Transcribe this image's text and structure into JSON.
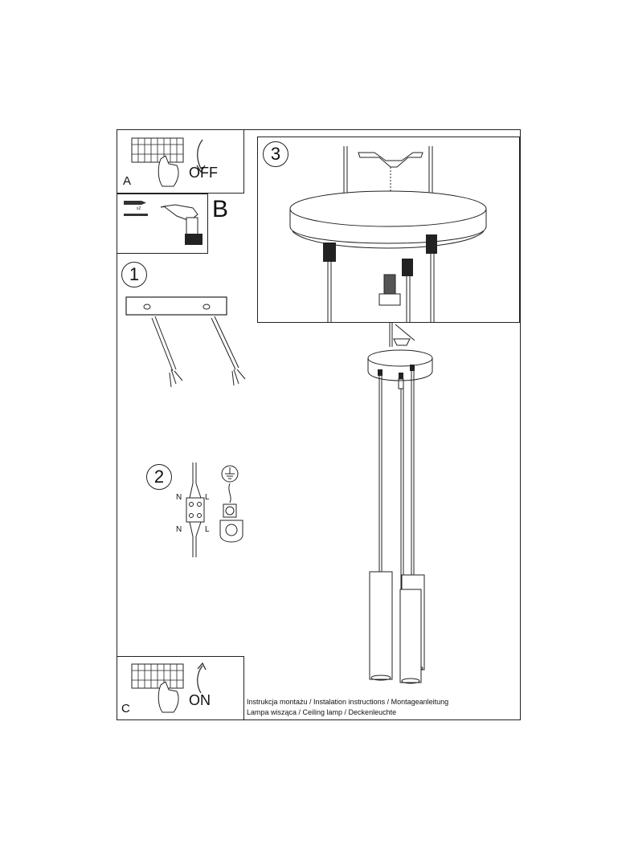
{
  "panel_a": {
    "label": "A",
    "action": "OFF"
  },
  "panel_b": {
    "label": "B",
    "qty": "x2"
  },
  "step1": {
    "number": "1"
  },
  "step2": {
    "number": "2",
    "n_top": "N",
    "l_top": "L",
    "n_bottom": "N",
    "l_bottom": "L"
  },
  "step3": {
    "number": "3"
  },
  "panel_c": {
    "label": "C",
    "action": "ON"
  },
  "footer": {
    "line1": "Instrukcja montażu / Instalation instructions / Montageanleitung",
    "line2": "Lampa wisząca / Ceiling lamp / Deckenleuchte"
  }
}
